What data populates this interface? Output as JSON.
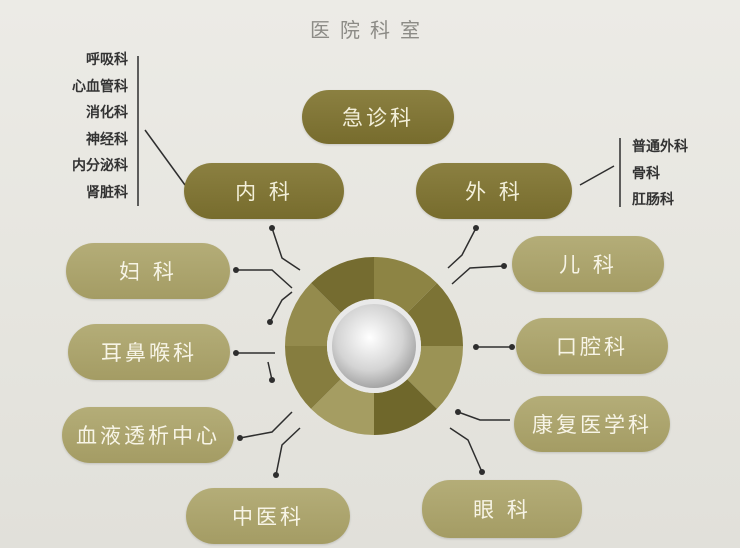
{
  "title": "医院科室",
  "departments": {
    "emergency": "急诊科",
    "internal": "内 科",
    "surgery": "外 科",
    "gynecology": "妇 科",
    "pediatrics": "儿 科",
    "ent": "耳鼻喉科",
    "stomatology": "口腔科",
    "dialysis": "血液透析中心",
    "rehab": "康复医学科",
    "tcm": "中医科",
    "ophthalmology": "眼 科"
  },
  "internal_subs": [
    "呼吸科",
    "心血管科",
    "消化科",
    "神经科",
    "内分泌科",
    "肾脏科"
  ],
  "surgery_subs": [
    "普通外科",
    "骨科",
    "肛肠科"
  ],
  "colors": {
    "pill_dark": "#7d7232",
    "pill_light": "#aaa26a",
    "ring_segments": [
      "#8d8444",
      "#7c7335",
      "#9b9355",
      "#6f672b",
      "#a59d62",
      "#867d3f",
      "#948b4d",
      "#756c30"
    ]
  }
}
